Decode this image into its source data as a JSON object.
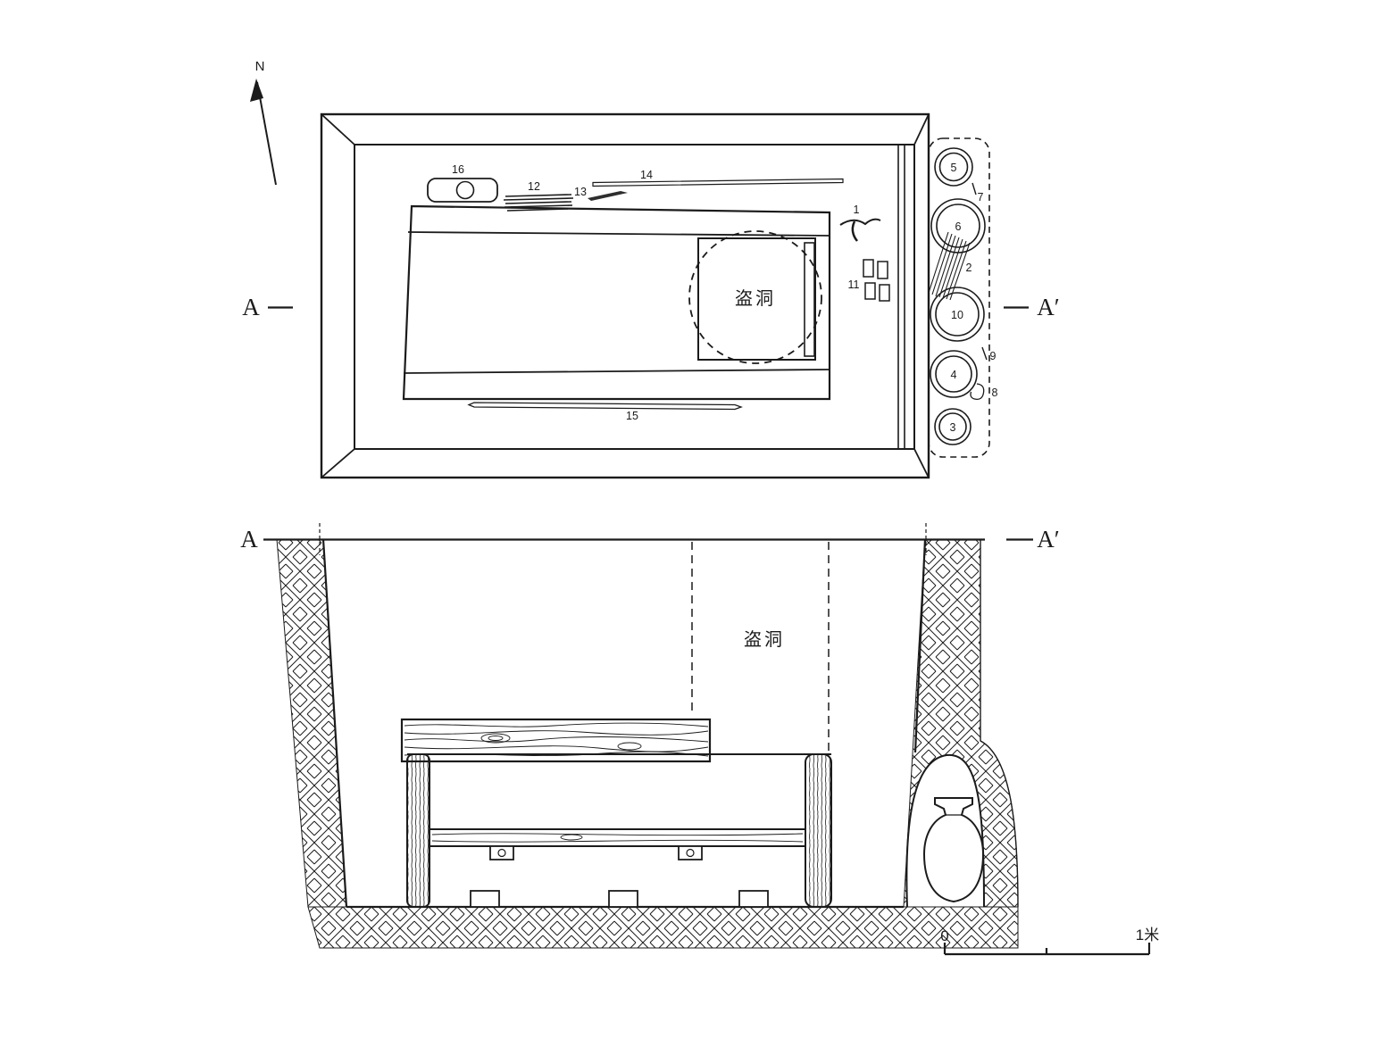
{
  "figure": {
    "north_label": "N",
    "plan": {
      "marker_left": "A",
      "marker_right": "A′",
      "robber_hole": "盗洞",
      "labels": {
        "n1": "1",
        "n2": "2",
        "n3": "3",
        "n4": "4",
        "n5": "5",
        "n6": "6",
        "n7": "7",
        "n8": "8",
        "n9": "9",
        "n10": "10",
        "n11": "11",
        "n12": "12",
        "n13": "13",
        "n14": "14",
        "n15": "15",
        "n16": "16"
      }
    },
    "section": {
      "marker_left": "A",
      "marker_right": "A′",
      "robber_hole": "盗洞"
    },
    "scale": {
      "zero": "0",
      "unit": "1米"
    },
    "colors": {
      "ink": "#1b1b1b",
      "paper": "#ffffff"
    }
  }
}
